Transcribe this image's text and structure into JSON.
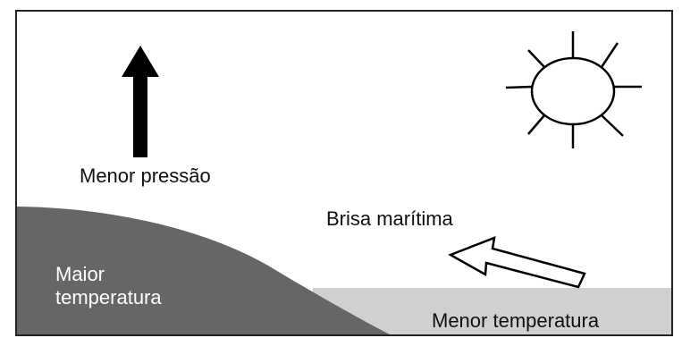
{
  "labels": {
    "low_pressure": "Menor pressão",
    "sea_breeze": "Brisa marítima",
    "high_temperature_line1": "Maior",
    "high_temperature_line2": "temperatura",
    "low_temperature": "Menor temperatura"
  },
  "icons": {
    "sun": "sun-icon",
    "up_arrow": "up-arrow-icon",
    "breeze_arrow": "breeze-arrow-icon"
  },
  "colors": {
    "land": "#666666",
    "sea": "#d0d0d0",
    "frame": "#222222",
    "arrow": "#000000"
  }
}
